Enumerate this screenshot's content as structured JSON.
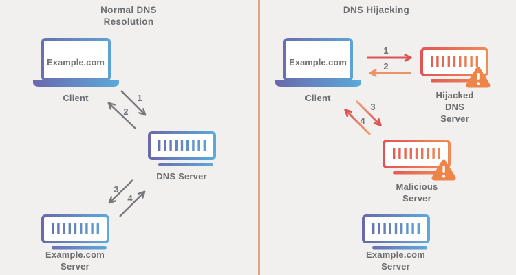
{
  "left_panel": {
    "title_line1": "Normal DNS",
    "title_line2": "Resolution",
    "client": {
      "screen_text": "Example.com",
      "label": "Client"
    },
    "arrows": {
      "a1": "1",
      "a2": "2",
      "a3": "3",
      "a4": "4"
    },
    "dns_server": {
      "label": "DNS Server"
    },
    "example_server": {
      "label_line1": "Example.com",
      "label_line2": "Server"
    }
  },
  "right_panel": {
    "title": "DNS Hijacking",
    "client": {
      "screen_text": "Example.com",
      "label": "Client"
    },
    "arrows": {
      "a1": "1",
      "a2": "2",
      "a3": "3",
      "a4": "4"
    },
    "hijacked_dns_server": {
      "label_line1": "Hijacked",
      "label_line2": "DNS",
      "label_line3": "Server"
    },
    "malicious_server": {
      "label_line1": "Malicious",
      "label_line2": "Server"
    },
    "example_server": {
      "label_line1": "Example.com",
      "label_line2": "Server"
    }
  },
  "colors": {
    "background": "#f1f0ee",
    "label_text": "#6c6d70",
    "arrow_gray": "#77787c",
    "blue_gradient_start": "#6a69ac",
    "blue_gradient_end": "#5ca9da",
    "red_gradient_start": "#e25454",
    "red_gradient_end": "#f08c55",
    "warning_orange": "#ef8449",
    "divider_orange": "#d98a63"
  }
}
